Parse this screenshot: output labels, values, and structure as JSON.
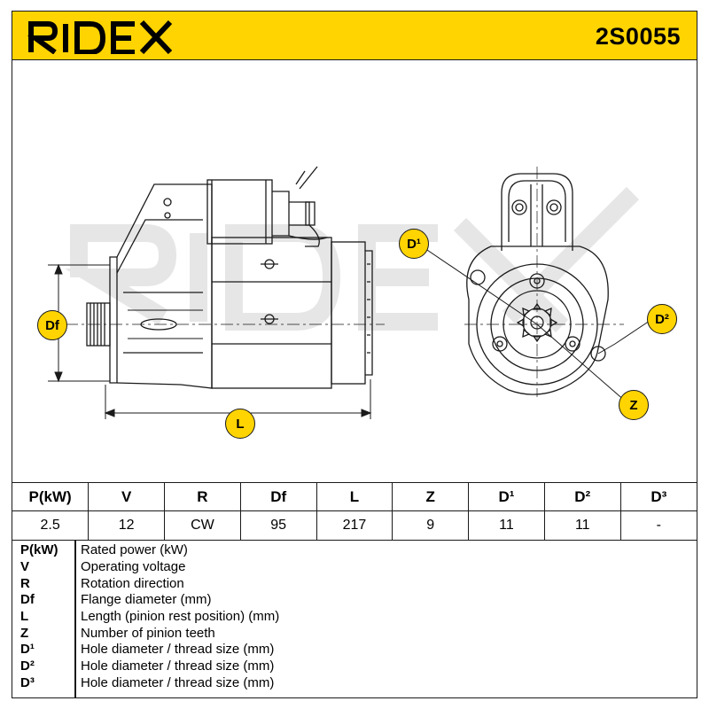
{
  "header": {
    "brand": "RIDEX",
    "part_number": "2S0055",
    "accent_color": "#ffd400"
  },
  "drawing": {
    "labels": {
      "df": "Df",
      "l": "L",
      "d1": "D¹",
      "d2": "D²",
      "z": "Z"
    },
    "watermark": "RIDEX"
  },
  "specs": {
    "headers": [
      "P(kW)",
      "V",
      "R",
      "Df",
      "L",
      "Z",
      "D¹",
      "D²",
      "D³"
    ],
    "values": [
      "2.5",
      "12",
      "CW",
      "95",
      "217",
      "9",
      "11",
      "11",
      "-"
    ]
  },
  "legend": [
    {
      "symbol": "P(kW)",
      "description": "Rated power (kW)"
    },
    {
      "symbol": "V",
      "description": "Operating voltage"
    },
    {
      "symbol": "R",
      "description": "Rotation direction"
    },
    {
      "symbol": "Df",
      "description": "Flange diameter (mm)"
    },
    {
      "symbol": "L",
      "description": "Length (pinion rest position) (mm)"
    },
    {
      "symbol": "Z",
      "description": "Number of pinion teeth"
    },
    {
      "symbol": "D¹",
      "description": "Hole diameter / thread size (mm)"
    },
    {
      "symbol": "D²",
      "description": "Hole diameter / thread size (mm)"
    },
    {
      "symbol": "D³",
      "description": "Hole diameter / thread size (mm)"
    }
  ]
}
